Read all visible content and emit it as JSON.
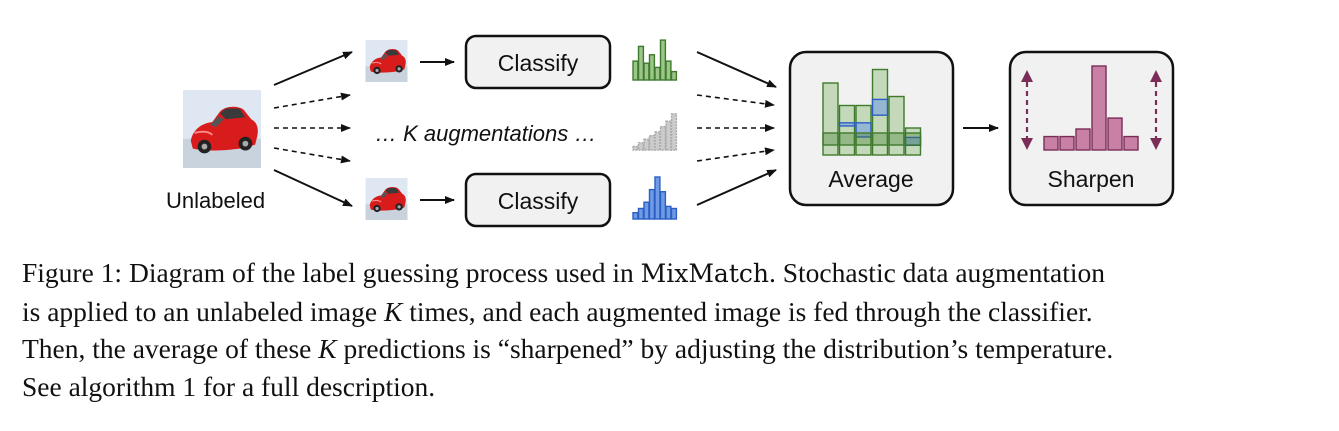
{
  "diagram": {
    "input_label": "Unlabeled",
    "augment_label": "… K augmentations …",
    "classify_label": "Classify",
    "average_label": "Average",
    "sharpen_label": "Sharpen",
    "colors": {
      "green": "#9cc58a",
      "green_dark": "#3f7a2c",
      "blue": "#6f9be6",
      "blue_dark": "#2b5fc4",
      "gray": "#cccccc",
      "gray_dark": "#a9a9a9",
      "pink": "#c980a5",
      "pink_dark": "#7a2d57",
      "car_red": "#d81c1c",
      "box_fill": "#f1f1f1",
      "stroke": "#111111"
    },
    "histograms": {
      "green": [
        0.45,
        0.8,
        0.4,
        0.6,
        0.3,
        0.95,
        0.45,
        0.2
      ],
      "gray": [
        0.1,
        0.2,
        0.3,
        0.4,
        0.5,
        0.65,
        0.8,
        1.0
      ],
      "blue": [
        0.15,
        0.25,
        0.4,
        0.7,
        1.0,
        0.65,
        0.3,
        0.25
      ]
    },
    "average_bars": [
      {
        "green": 0.8,
        "blue": 0.0
      },
      {
        "green": 0.55,
        "blue": 0.1
      },
      {
        "green": 0.55,
        "blue": 0.45
      },
      {
        "green": 0.95,
        "blue": 0.5
      },
      {
        "green": 0.65,
        "blue": 0.0
      },
      {
        "green": 0.3,
        "blue": 0.25
      }
    ],
    "sharpen_bars": [
      0.16,
      0.16,
      0.25,
      1.0,
      0.38,
      0.16
    ]
  },
  "caption": {
    "figure_label": "Figure 1:",
    "line1_before": " Diagram of the label guessing process used in ",
    "mixmatch": "MixMatch",
    "line1_after": ". Stochastic data augmentation",
    "line2_before": "is applied to an unlabeled image ",
    "k": "K",
    "line2_after": " times, and each augmented image is fed through the classifier.",
    "line3_before": "Then, the average of these ",
    "line3_after": " predictions is “sharpened” by adjusting the distribution’s temperature.",
    "line4": "See algorithm 1 for a full description."
  }
}
